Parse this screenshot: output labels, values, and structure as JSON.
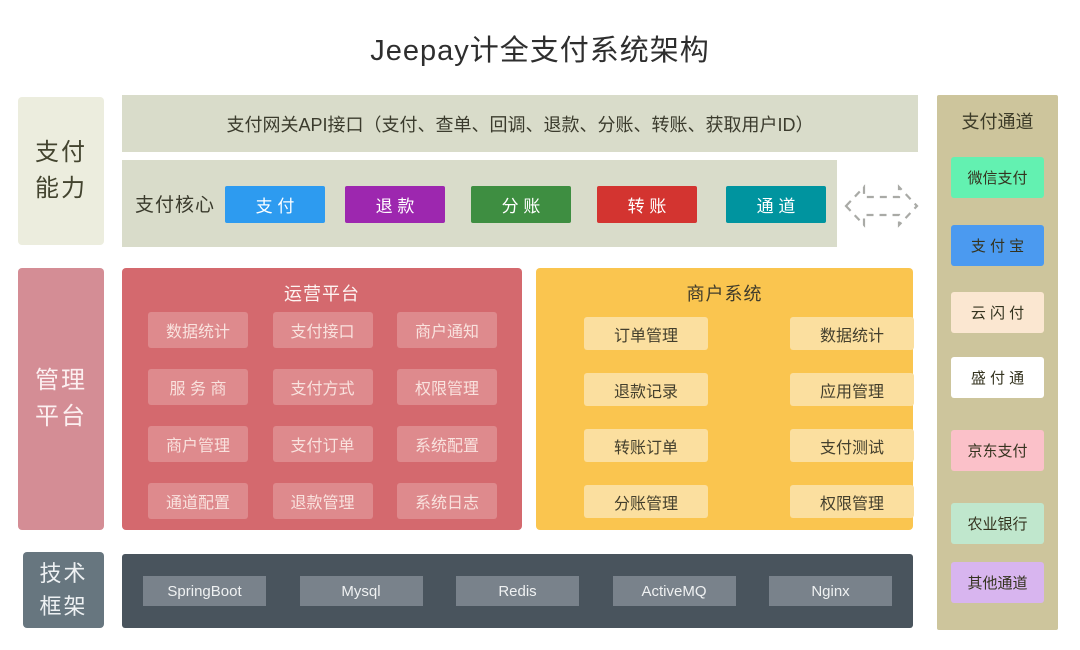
{
  "title": "Jeepay计全支付系统架构",
  "left_rail": {
    "capability": {
      "line1": "支付",
      "line2": "能力"
    },
    "management": {
      "line1": "管理",
      "line2": "平台"
    },
    "tech": {
      "line1": "技术",
      "line2": "框架"
    }
  },
  "api_bar": {
    "text": "支付网关API接口（支付、查单、回调、退款、分账、转账、获取用户ID）"
  },
  "core": {
    "label": "支付核心",
    "buttons": [
      {
        "label": "支 付",
        "color": "#2d9bf0"
      },
      {
        "label": "退 款",
        "color": "#9d27af"
      },
      {
        "label": "分 账",
        "color": "#3e8e41"
      },
      {
        "label": "转 账",
        "color": "#d33430"
      },
      {
        "label": "通 道",
        "color": "#00949f"
      }
    ]
  },
  "ops_panel": {
    "title": "运营平台",
    "items": [
      "数据统计",
      "支付接口",
      "商户通知",
      "服 务 商",
      "支付方式",
      "权限管理",
      "商户管理",
      "支付订单",
      "系统配置",
      "通道配置",
      "退款管理",
      "系统日志"
    ]
  },
  "merchant_panel": {
    "title": "商户系统",
    "items": [
      "订单管理",
      "数据统计",
      "退款记录",
      "应用管理",
      "转账订单",
      "支付测试",
      "分账管理",
      "权限管理"
    ]
  },
  "tech_bar": {
    "items": [
      "SpringBoot",
      "Mysql",
      "Redis",
      "ActiveMQ",
      "Nginx"
    ]
  },
  "channels": {
    "title": "支付通道",
    "items": [
      {
        "label": "微信支付",
        "color": "#63f1b1"
      },
      {
        "label": "支 付 宝",
        "color": "#4b9af0"
      },
      {
        "label": "云 闪 付",
        "color": "#fbe7d1"
      },
      {
        "label": "盛 付 通",
        "color": "#ffffff"
      },
      {
        "label": "京东支付",
        "color": "#fbc1c9"
      },
      {
        "label": "农业银行",
        "color": "#c0e7cd"
      },
      {
        "label": "其他通道",
        "color": "#d8b5ef"
      }
    ]
  },
  "colors": {
    "sage_bar": "#d9dcca",
    "capability_box": "#ecedde",
    "management_box": "#d48d95",
    "tech_label_box": "#67767f",
    "ops_panel": "#d4696e",
    "ops_button": "#de8a8d",
    "merchant_panel": "#fac54f",
    "merchant_button": "#fbdf9f",
    "tech_bar": "#49545d",
    "tech_button": "#79828b",
    "channel_column": "#cdc59c",
    "arrow_stroke": "#a9aaa6"
  }
}
